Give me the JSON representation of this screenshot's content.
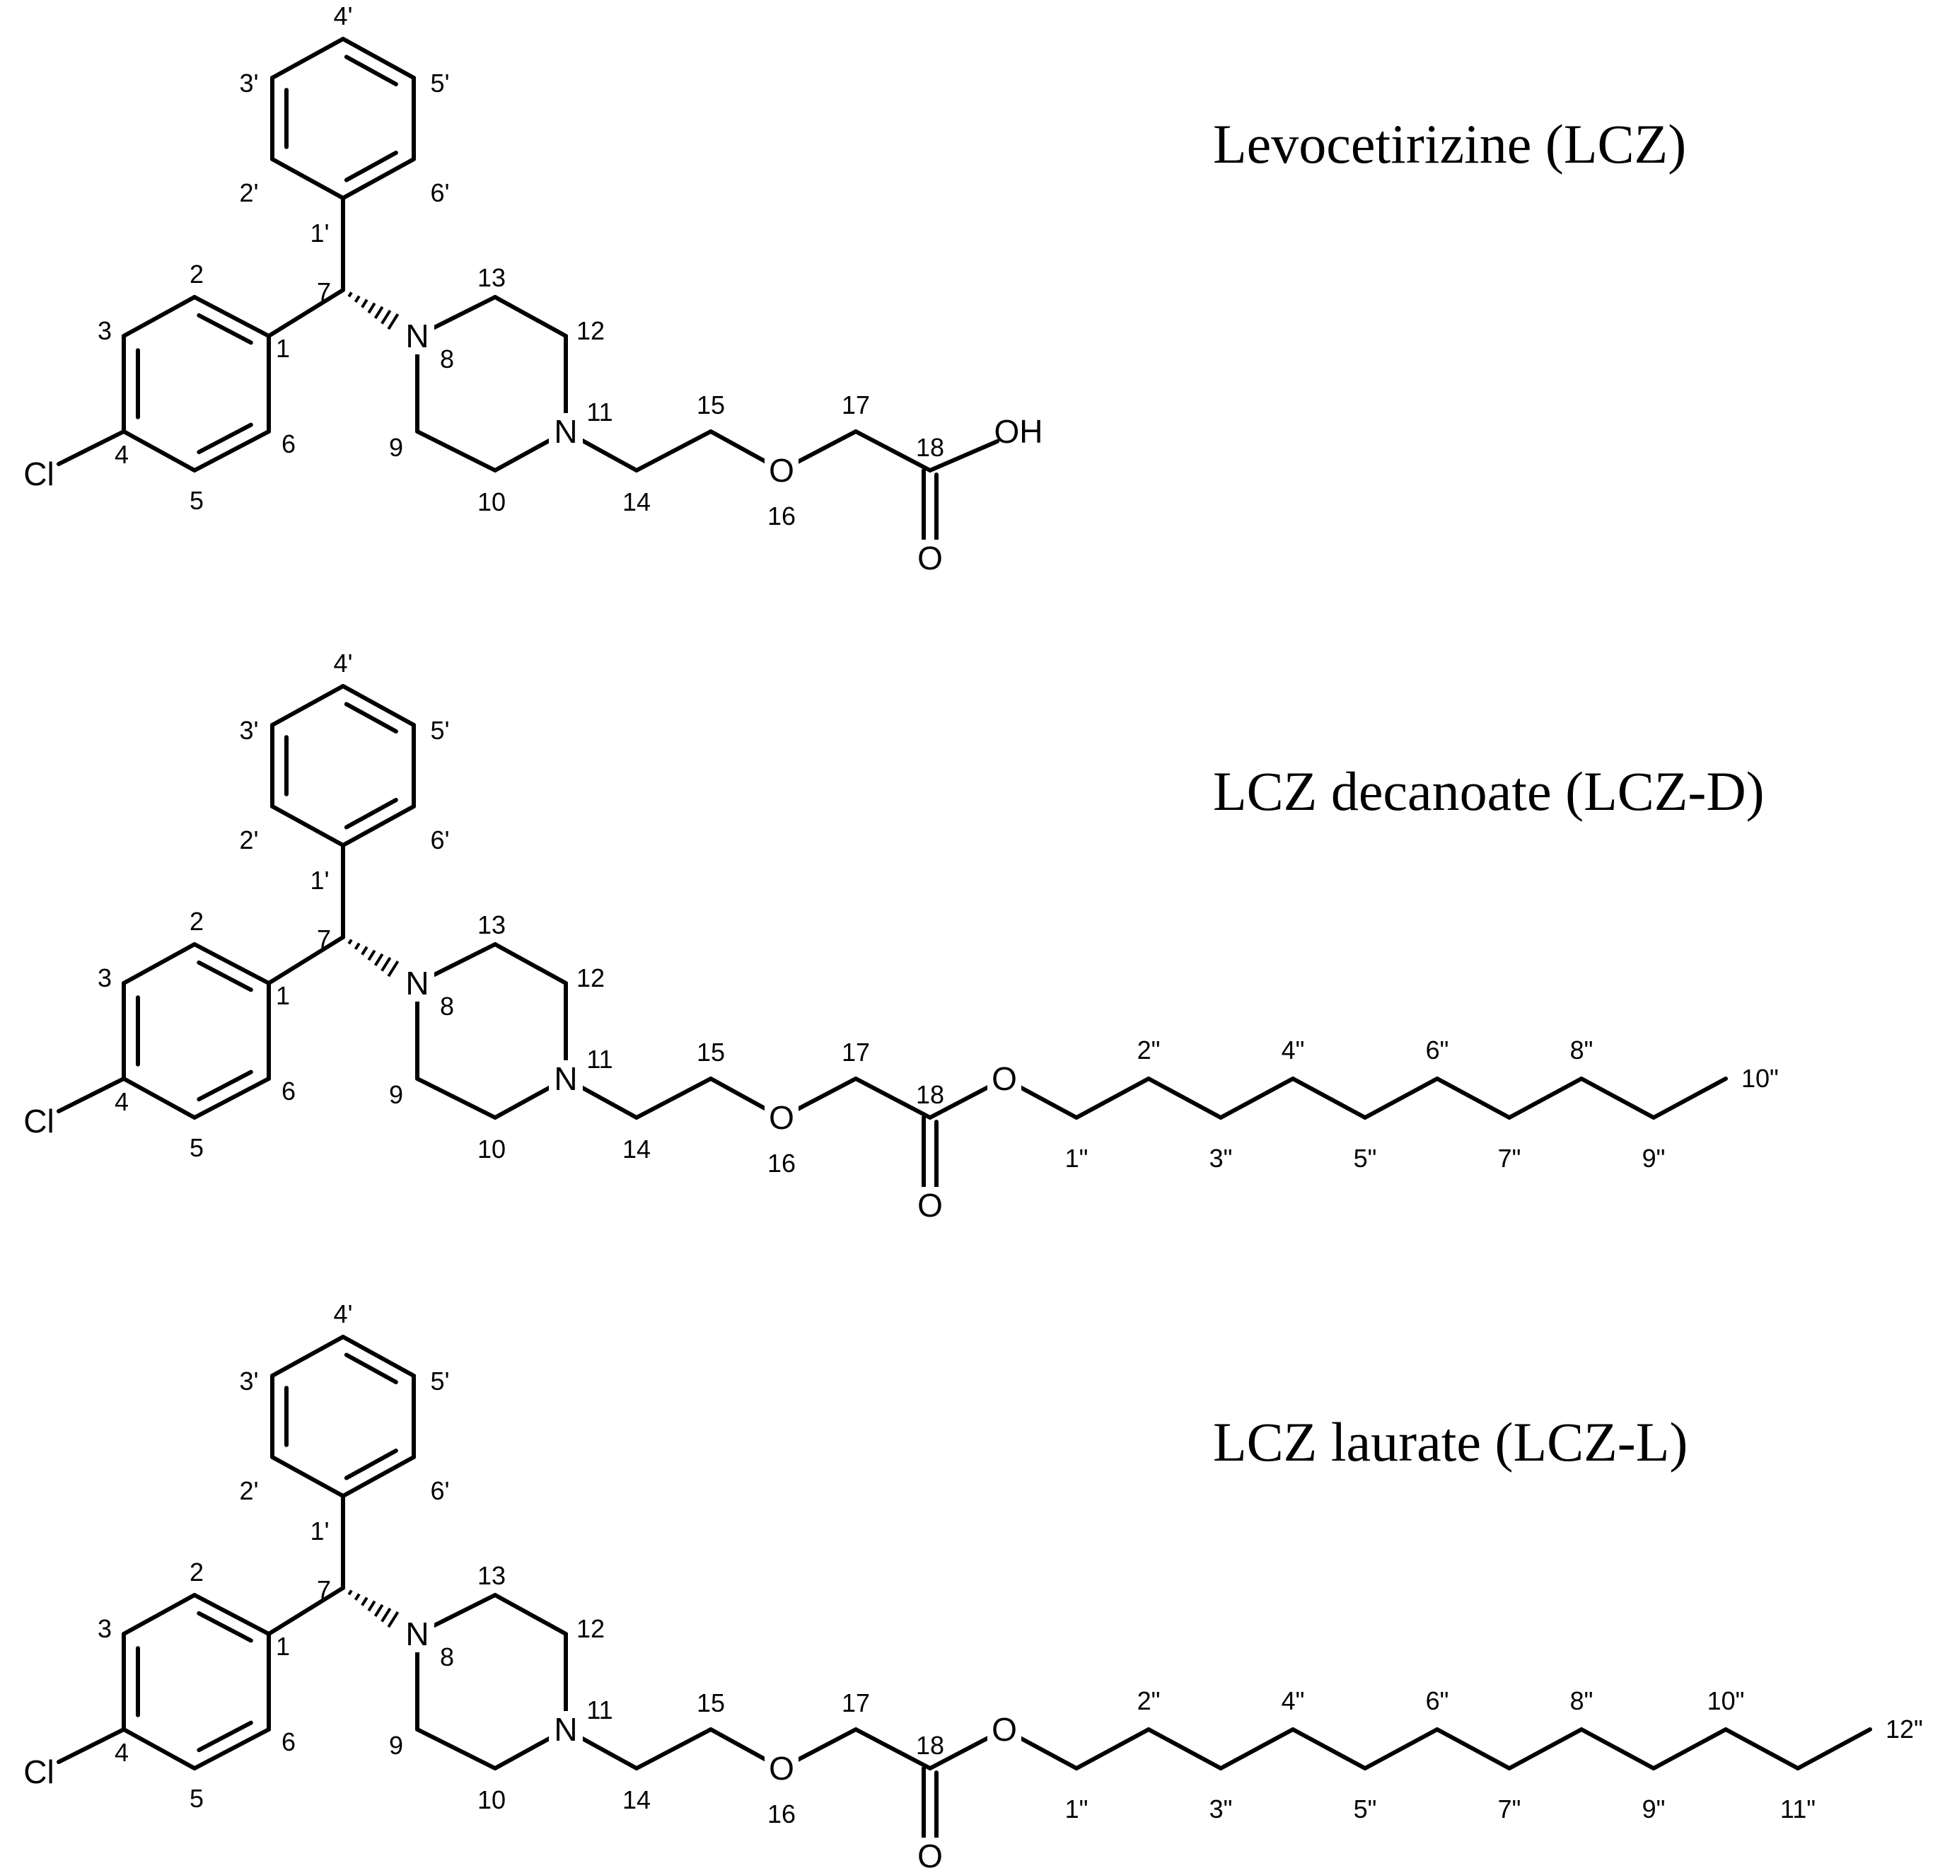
{
  "molecules": [
    {
      "title": "Levocetirizine  (LCZ)",
      "end_group": "OH",
      "chain": {
        "carbons": 0,
        "odd_labels": [],
        "even_labels": []
      }
    },
    {
      "title": "LCZ  decanoate  (LCZ-D)",
      "end_group": "",
      "chain": {
        "carbons": 10,
        "odd_labels": [
          "1\"",
          "3\"",
          "5\"",
          "7\"",
          "9\""
        ],
        "even_labels": [
          "2\"",
          "4\"",
          "6\"",
          "8\"",
          "10\""
        ]
      }
    },
    {
      "title": "LCZ  laurate  (LCZ-L)",
      "end_group": "",
      "chain": {
        "carbons": 12,
        "odd_labels": [
          "1\"",
          "3\"",
          "5\"",
          "7\"",
          "9\"",
          "11\""
        ],
        "even_labels": [
          "2\"",
          "4\"",
          "6\"",
          "8\"",
          "10\"",
          "12\""
        ]
      }
    }
  ],
  "atoms": {
    "cl": "Cl",
    "n8": "N",
    "n11": "N",
    "o16": "O",
    "o_carbonyl": "O",
    "o_ester": "O"
  },
  "core_labels": {
    "c1": "1",
    "c2": "2",
    "c3": "3",
    "c4": "4",
    "c5": "5",
    "c6": "6",
    "c7": "7",
    "n8": "8",
    "c9": "9",
    "c10": "10",
    "n11": "11",
    "c12": "12",
    "c13": "13",
    "c14": "14",
    "c15": "15",
    "o16": "16",
    "c17": "17",
    "c18": "18",
    "p1": "1'",
    "p2": "2'",
    "p3": "3'",
    "p4": "4'",
    "p5": "5'",
    "p6": "6'"
  }
}
